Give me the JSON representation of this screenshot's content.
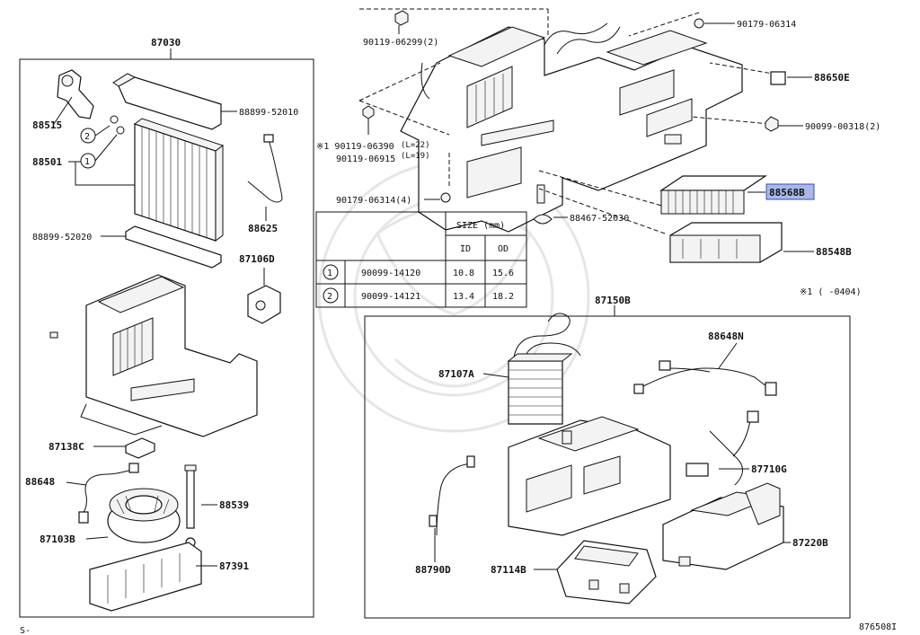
{
  "groups": {
    "left_box": "87030",
    "right_box": "87150B"
  },
  "parts_left": {
    "p88515": "88515",
    "p88501": "88501",
    "p88899_52010": "88899-52010",
    "p88625": "88625",
    "p88899_52020": "88899-52020",
    "p87106d": "87106D",
    "p87138c": "87138C",
    "p88648": "88648",
    "p88539": "88539",
    "p87103b": "87103B",
    "p87391": "87391",
    "circle1": "1",
    "circle2": "2"
  },
  "parts_top": {
    "p90119_06299": "90119-06299(2)",
    "p90179_06314_top": "90179-06314",
    "p88650e": "88650E",
    "p90099_00318": "90099-00318(2)",
    "p90119_06390": "※1 90119-06390",
    "p90119_06390_len": "(L=22)",
    "p90119_06915": "90119-06915",
    "p90119_06915_len": "(L=19)",
    "p90179_06314_4": "90179-06314(4)",
    "p88467_52030": "88467-52030",
    "p88568b": "88568B",
    "p88548b": "88548B",
    "note": "※1 (      -0404)"
  },
  "parts_right": {
    "p88648n": "88648N",
    "p87107a": "87107A",
    "p87710g": "87710G",
    "p88790d": "88790D",
    "p87114b": "87114B",
    "p87220b": "87220B"
  },
  "size_table": {
    "header": "SIZE (mm)",
    "col_id": "ID",
    "col_od": "OD",
    "rows": [
      {
        "mark": "1",
        "part": "90099-14120",
        "id": "10.8",
        "od": "15.6"
      },
      {
        "mark": "2",
        "part": "90099-14121",
        "id": "13.4",
        "od": "18.2"
      }
    ]
  },
  "footer": {
    "left": "S-",
    "right": "876508I"
  },
  "colors": {
    "highlight": "#aab8e8",
    "line": "#111111"
  }
}
